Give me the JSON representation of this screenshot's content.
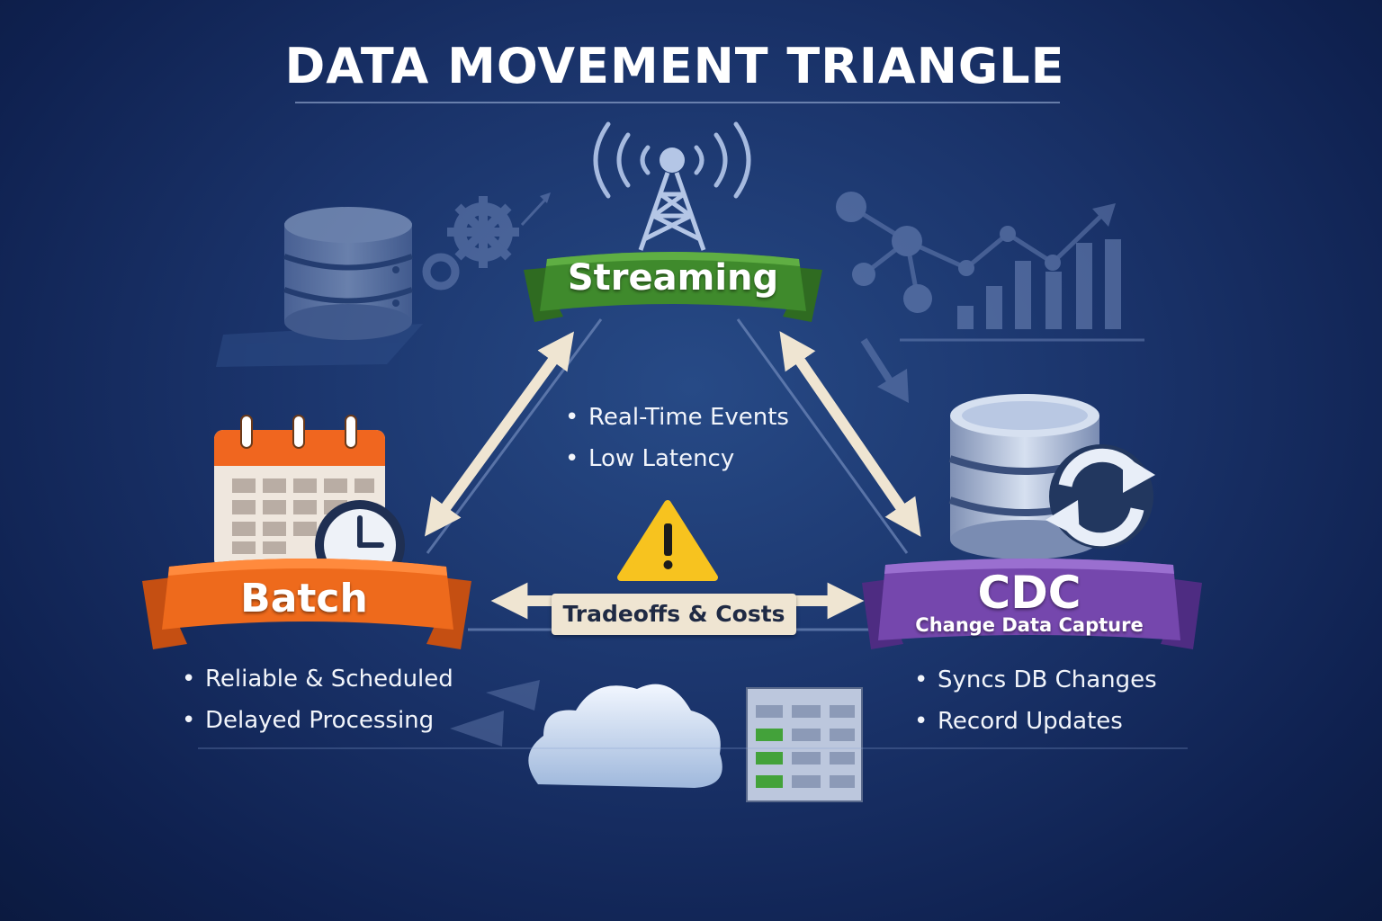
{
  "title": "DATA MOVEMENT TRIANGLE",
  "streaming": {
    "label": "Streaming",
    "bullets": [
      "Real-Time Events",
      "Low Latency"
    ],
    "color": "#3f8a2c"
  },
  "batch": {
    "label": "Batch",
    "bullets": [
      "Reliable & Scheduled",
      "Delayed Processing"
    ],
    "color": "#ee6a1c"
  },
  "cdc": {
    "label": "CDC",
    "sublabel": "Change Data Capture",
    "bullets": [
      "Syncs DB Changes",
      "Record Updates"
    ],
    "color": "#7547ad"
  },
  "center": {
    "label": "Tradeoffs & Costs",
    "warning_icon": "warning-icon"
  },
  "icons": {
    "streaming": "radio-tower-icon",
    "batch": "calendar-clock-icon",
    "cdc": "database-sync-icon",
    "decor": [
      "database-icon",
      "gear-icon",
      "network-chart-icon",
      "cloud-icon",
      "spreadsheet-icon"
    ]
  }
}
